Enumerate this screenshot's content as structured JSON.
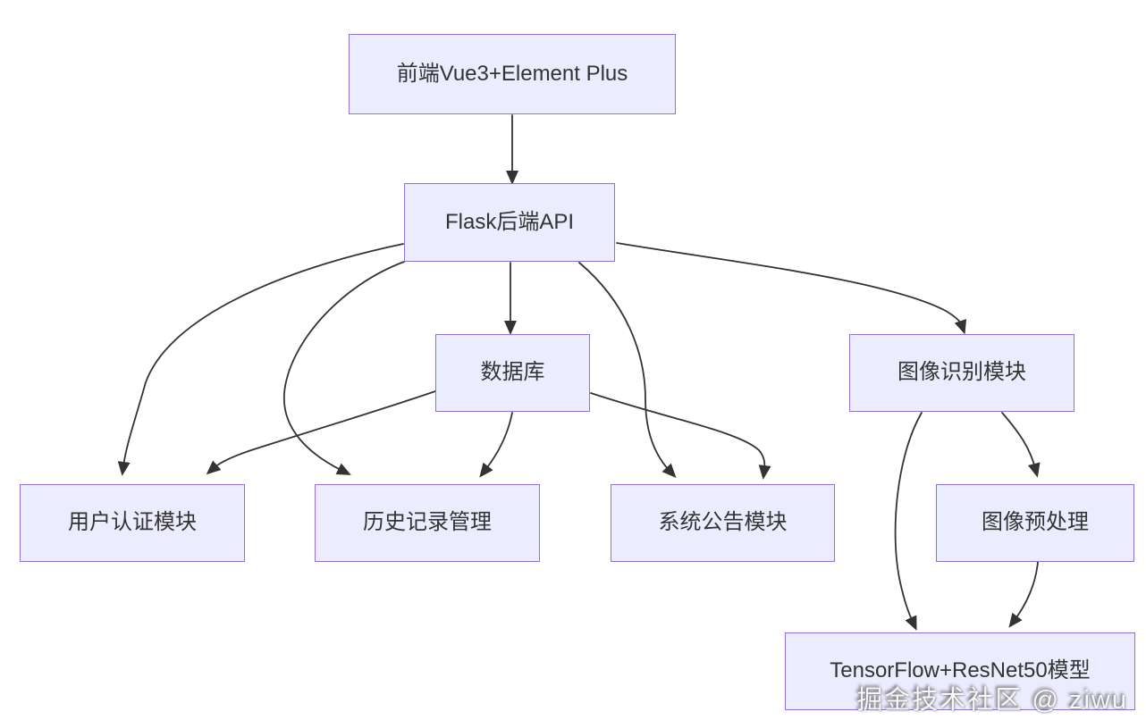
{
  "diagram": {
    "title": "System architecture flowchart",
    "nodes": [
      {
        "id": "frontend",
        "label": "前端Vue3+Element Plus"
      },
      {
        "id": "flask",
        "label": "Flask后端API"
      },
      {
        "id": "database",
        "label": "数据库"
      },
      {
        "id": "imgrec",
        "label": "图像识别模块"
      },
      {
        "id": "userauth",
        "label": "用户认证模块"
      },
      {
        "id": "history",
        "label": "历史记录管理"
      },
      {
        "id": "announce",
        "label": "系统公告模块"
      },
      {
        "id": "preprocess",
        "label": "图像预处理"
      },
      {
        "id": "tensorflow",
        "label": "TensorFlow+ResNet50模型"
      }
    ],
    "edges": [
      {
        "from": "frontend",
        "to": "flask"
      },
      {
        "from": "flask",
        "to": "database"
      },
      {
        "from": "flask",
        "to": "imgrec"
      },
      {
        "from": "flask",
        "to": "userauth"
      },
      {
        "from": "flask",
        "to": "history"
      },
      {
        "from": "flask",
        "to": "announce"
      },
      {
        "from": "database",
        "to": "userauth"
      },
      {
        "from": "database",
        "to": "history"
      },
      {
        "from": "database",
        "to": "announce"
      },
      {
        "from": "imgrec",
        "to": "preprocess"
      },
      {
        "from": "imgrec",
        "to": "tensorflow"
      },
      {
        "from": "preprocess",
        "to": "tensorflow"
      }
    ]
  },
  "colors": {
    "node_fill": "#ECECFF",
    "node_border": "#9370DB",
    "text_color": "#333333",
    "edge_color": "#333333",
    "background": "#ffffff",
    "watermark_color": "#f8f8f8"
  },
  "watermark": {
    "text": "掘金技术社区 @ ziwu"
  }
}
